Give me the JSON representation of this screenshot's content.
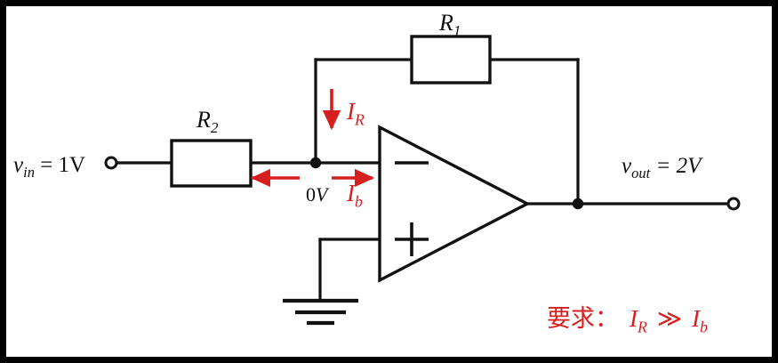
{
  "figure": {
    "title": "Inverting operational amplifier with input and feedback resistors",
    "background_color": "#ffffff",
    "border_color": "#000000",
    "wire_color": "#111111",
    "accent_color": "#d81f1f"
  },
  "labels": {
    "v_in": {
      "var": "v",
      "sub": "in",
      "rest": " = 1V"
    },
    "v_out": {
      "var": "v",
      "sub": "out",
      "rest": " = 2V"
    },
    "r1": {
      "var": "R",
      "sub": "1"
    },
    "r2": {
      "var": "R",
      "sub": "2"
    },
    "node_voltage": {
      "num": "0",
      "unit": "V"
    },
    "i_r": {
      "var": "I",
      "sub": "R"
    },
    "i_b": {
      "var": "I",
      "sub": "b"
    }
  },
  "opamp": {
    "inverting_input_symbol": "−",
    "noninverting_input_symbol": "+"
  },
  "requirement": {
    "prefix": "要求：",
    "left": {
      "var": "I",
      "sub": "R"
    },
    "operator": "≫",
    "right": {
      "var": "I",
      "sub": "b"
    }
  },
  "icons": {
    "ground": "ground-symbol",
    "terminal_in": "input-terminal-circle",
    "terminal_out": "output-terminal-circle",
    "junction_node": "junction-dot"
  }
}
